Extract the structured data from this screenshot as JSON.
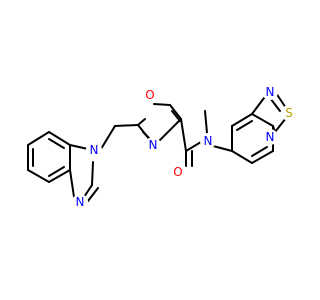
{
  "molecule": {
    "colors": {
      "bond": "#000000",
      "N": "#0000ff",
      "O": "#ff0000",
      "S": "#b8a000"
    },
    "atoms": [
      {
        "id": "o_oxazole",
        "label": "O",
        "element": "O"
      },
      {
        "id": "n_oxazole",
        "label": "N",
        "element": "N"
      },
      {
        "id": "o_carbonyl",
        "label": "O",
        "element": "O"
      },
      {
        "id": "n_amide",
        "label": "N",
        "element": "N"
      },
      {
        "id": "n_benzimidazole_1",
        "label": "N",
        "element": "N"
      },
      {
        "id": "n_benzimidazole_3",
        "label": "N",
        "element": "N"
      },
      {
        "id": "n_thiadiazole_top",
        "label": "N",
        "element": "N"
      },
      {
        "id": "s_thiadiazole",
        "label": "S",
        "element": "S"
      },
      {
        "id": "n_thiadiazole_bottom",
        "label": "N",
        "element": "N"
      }
    ]
  }
}
